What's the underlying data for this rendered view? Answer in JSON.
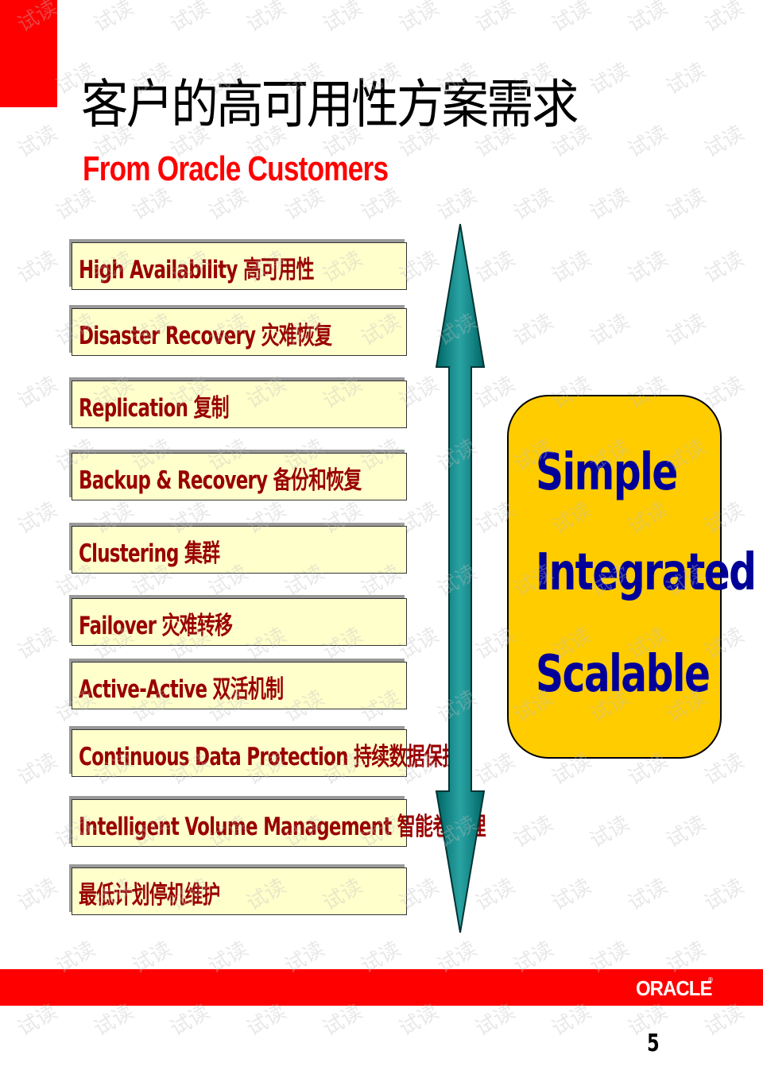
{
  "slide": {
    "title": "客户的高可用性方案需求",
    "subtitle": "From Oracle Customers",
    "requirements": [
      "High Availability 高可用性",
      "Disaster Recovery 灾难恢复",
      "Replication 复制",
      "Backup & Recovery 备份和恢复",
      "Clustering 集群",
      "Failover 灾难转移",
      "Active-Active 双活机制",
      "Continuous Data Protection 持续数据保护",
      "Intelligent Volume Management 智能卷管理",
      "最低计划停机维护"
    ],
    "qualities": [
      "Simple",
      "Integrated",
      "Scalable"
    ],
    "page_number": "5"
  },
  "footer": {
    "logo_text": "ORACLE",
    "logo_mark": "®"
  },
  "watermark": {
    "text": "试读"
  },
  "colors": {
    "accent_red": "#ff0000",
    "box_fill": "#ffffcc",
    "box_text": "#990000",
    "quality_fill": "#ffcc00",
    "quality_text": "#000099",
    "arrow_teal": "#008080"
  }
}
